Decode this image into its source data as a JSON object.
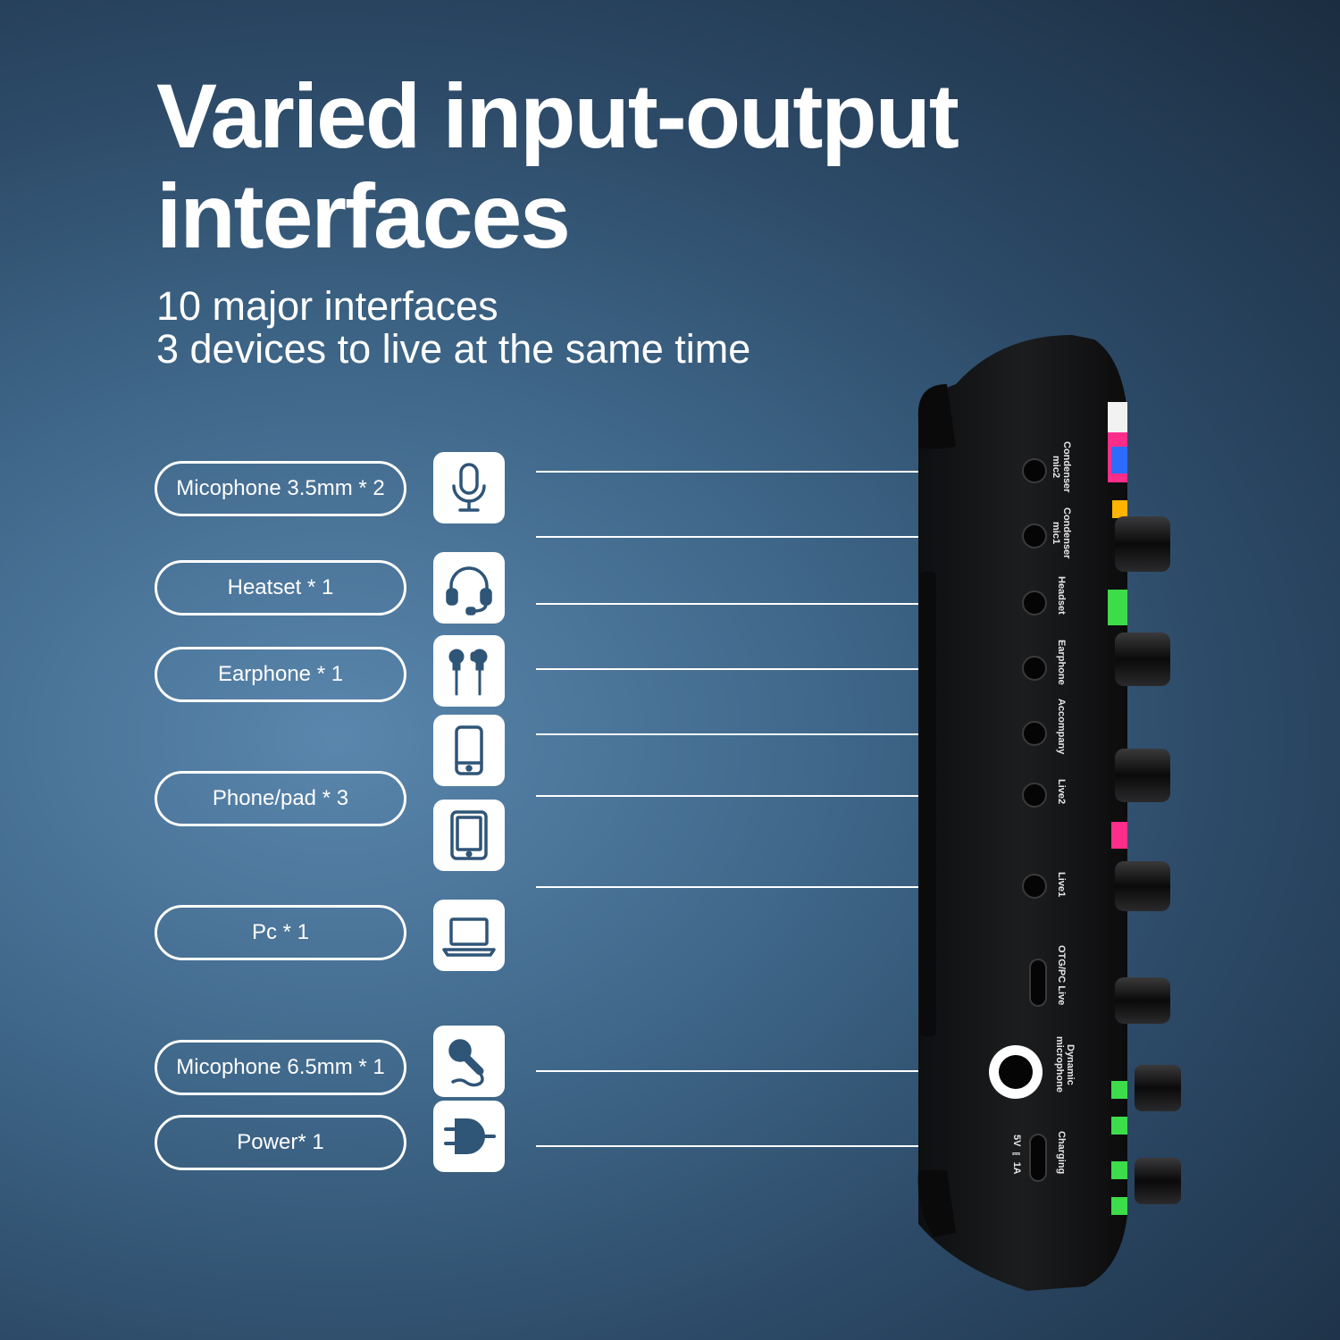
{
  "header": {
    "title_line1": "Varied input-output",
    "title_line2": "interfaces",
    "subtitle_line1": "10 major interfaces",
    "subtitle_line2": "3 devices to live at the same time"
  },
  "interfaces": [
    {
      "label": "Micophone 3.5mm * 2",
      "icon": "microphone-icon"
    },
    {
      "label": "Heatset * 1",
      "icon": "headset-icon"
    },
    {
      "label": "Earphone * 1",
      "icon": "earphone-icon"
    },
    {
      "label": "Phone/pad * 3",
      "icon": "phone-icon"
    },
    {
      "label": "Pc * 1",
      "icon": "laptop-icon"
    },
    {
      "label": "Micophone 6.5mm * 1",
      "icon": "handheld-microphone-icon"
    },
    {
      "label": "Power* 1",
      "icon": "power-plug-icon"
    }
  ],
  "extra_icons": [
    "tablet-icon"
  ],
  "device_ports": [
    {
      "label": "Condenser\nmic2"
    },
    {
      "label": "Condenser\nmic1"
    },
    {
      "label": "Headset"
    },
    {
      "label": "Earphone"
    },
    {
      "label": "Accompany"
    },
    {
      "label": "Live2"
    },
    {
      "label": "Live1"
    },
    {
      "label": "OTG/PC Live"
    },
    {
      "label": "Dynamic\nmicrophone"
    },
    {
      "label": "Charging"
    },
    {
      "label": "5V ⎓ 1A"
    }
  ],
  "colors": {
    "background": "#3f6789",
    "device_body": "#151617",
    "accent_pink": "#ff2d8a",
    "accent_green": "#3ddc4a"
  }
}
